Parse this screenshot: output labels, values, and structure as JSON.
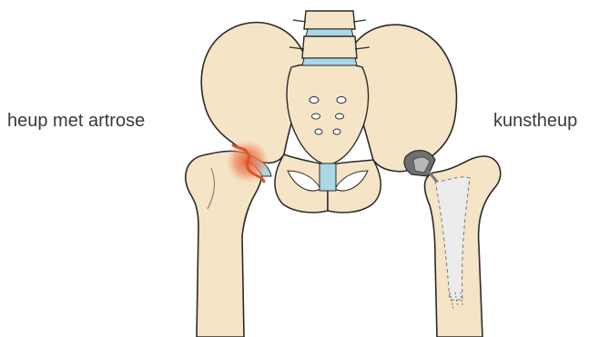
{
  "labels": {
    "left": "heup met artrose",
    "right": "kunstheup"
  },
  "colors": {
    "bone": "#f6e4c6",
    "outline": "#2a2a2a",
    "cartilage": "#a9d8e6",
    "inflammation": "#ec7b52",
    "implant_metal": "#8a8a8a",
    "implant_stem": "#e8e8e8"
  },
  "icons": [
    "pelvis-illustration",
    "arthritic-hip-joint",
    "hip-prosthesis"
  ]
}
